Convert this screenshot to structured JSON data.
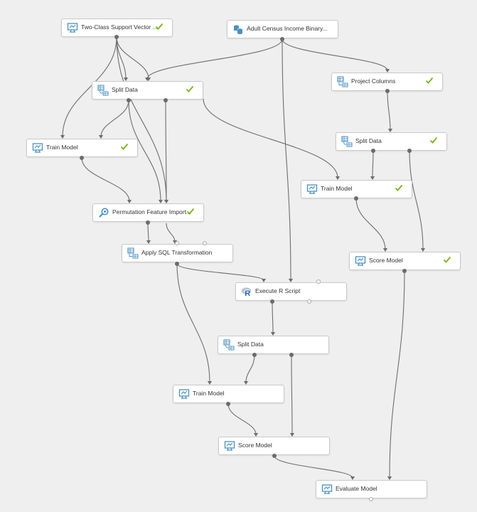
{
  "modules": {
    "svm": {
      "label": "Two-Class Support Vector ...",
      "icon": "model-icon",
      "done": true
    },
    "census": {
      "label": "Adult Census Income Binary...",
      "icon": "dataset-icon",
      "done": false
    },
    "split1": {
      "label": "Split Data",
      "icon": "split-data-icon",
      "done": true
    },
    "project": {
      "label": "Project Columns",
      "icon": "table-transform-icon",
      "done": true
    },
    "train1": {
      "label": "Train Model",
      "icon": "model-icon",
      "done": true
    },
    "split2": {
      "label": "Split Data",
      "icon": "split-data-icon",
      "done": true
    },
    "train2": {
      "label": "Train Model",
      "icon": "model-icon",
      "done": true
    },
    "pfi": {
      "label": "Permutation Feature Import...",
      "icon": "magnifier-icon",
      "done": true
    },
    "sql": {
      "label": "Apply SQL Transformation",
      "icon": "table-transform-icon",
      "done": false
    },
    "score1": {
      "label": "Score Model",
      "icon": "model-icon",
      "done": true
    },
    "rscript": {
      "label": "Execute R Script",
      "icon": "r-logo-icon",
      "done": false
    },
    "split3": {
      "label": "Split Data",
      "icon": "split-data-icon",
      "done": false
    },
    "train3": {
      "label": "Train Model",
      "icon": "model-icon",
      "done": false
    },
    "score2": {
      "label": "Score Model",
      "icon": "model-icon",
      "done": false
    },
    "evaluate": {
      "label": "Evaluate Model",
      "icon": "model-icon",
      "done": false
    }
  },
  "colors": {
    "check": "#7ab317",
    "icon": "#4a90c2",
    "edge": "#6e6e6e"
  }
}
